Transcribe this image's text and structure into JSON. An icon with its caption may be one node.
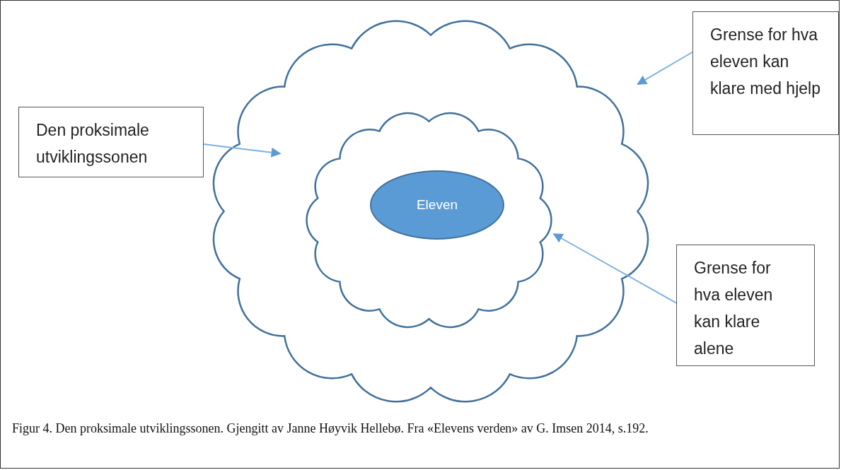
{
  "diagram": {
    "caption": "Figur 4. Den proksimale utviklingssonen. Gjengitt av Janne Høyvik Hellebø. Fra «Elevens verden» av G. Imsen 2014, s.192.",
    "nodes": [
      {
        "text": [],
        "shape": "cloud"
      },
      {
        "text": [],
        "shape": "cloud",
        "in": 0
      },
      {
        "text": [
          "Eleven"
        ],
        "in": 1
      },
      {
        "text": [
          "Den proksimale utviklingssonen"
        ]
      },
      {
        "text": [
          "Grense for hva eleven kan klare med hjelp"
        ]
      },
      {
        "text": [
          "Grense for hva eleven kan klare alene"
        ]
      }
    ],
    "edges": [
      {
        "from": 3,
        "to": 0,
        "arrow": "to"
      },
      {
        "from": 4,
        "to": 0,
        "arrow": "to"
      },
      {
        "from": 5,
        "to": 1,
        "arrow": "to"
      }
    ]
  }
}
